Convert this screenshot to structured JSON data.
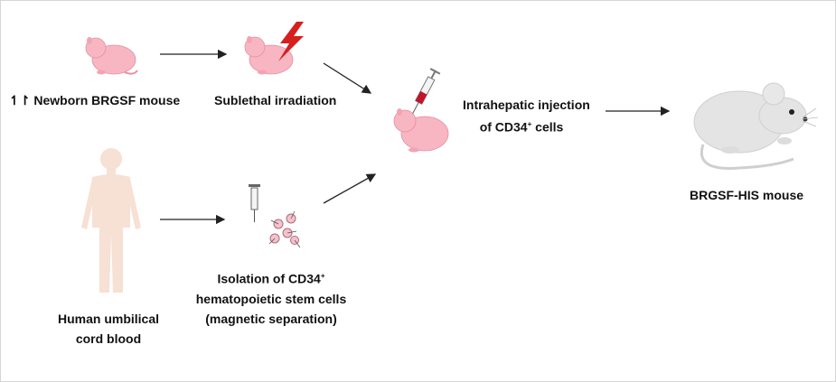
{
  "labels": {
    "newborn": "↿↾ Newborn BRGSF mouse",
    "irradiation": "Sublethal irradiation",
    "injection_line1": "Intrahepatic injection",
    "injection_line2_pre": "of CD34",
    "injection_line2_sup": "+",
    "injection_line2_post": " cells",
    "his_mouse": "BRGSF-HIS mouse",
    "cord_line1": "Human umbilical",
    "cord_line2": "cord blood",
    "isolation_line1_pre": "Isolation of CD34",
    "isolation_line1_sup": "+",
    "isolation_line2": "hematopoietic stem cells",
    "isolation_line3": "(magnetic separation)"
  },
  "colors": {
    "pup": "#f7b6c2",
    "pup_outline": "#e58fa3",
    "bolt": "#d61f1f",
    "human": "#f7e0d4",
    "adult_mouse": "#e4e4e4",
    "arrow": "#222222"
  }
}
